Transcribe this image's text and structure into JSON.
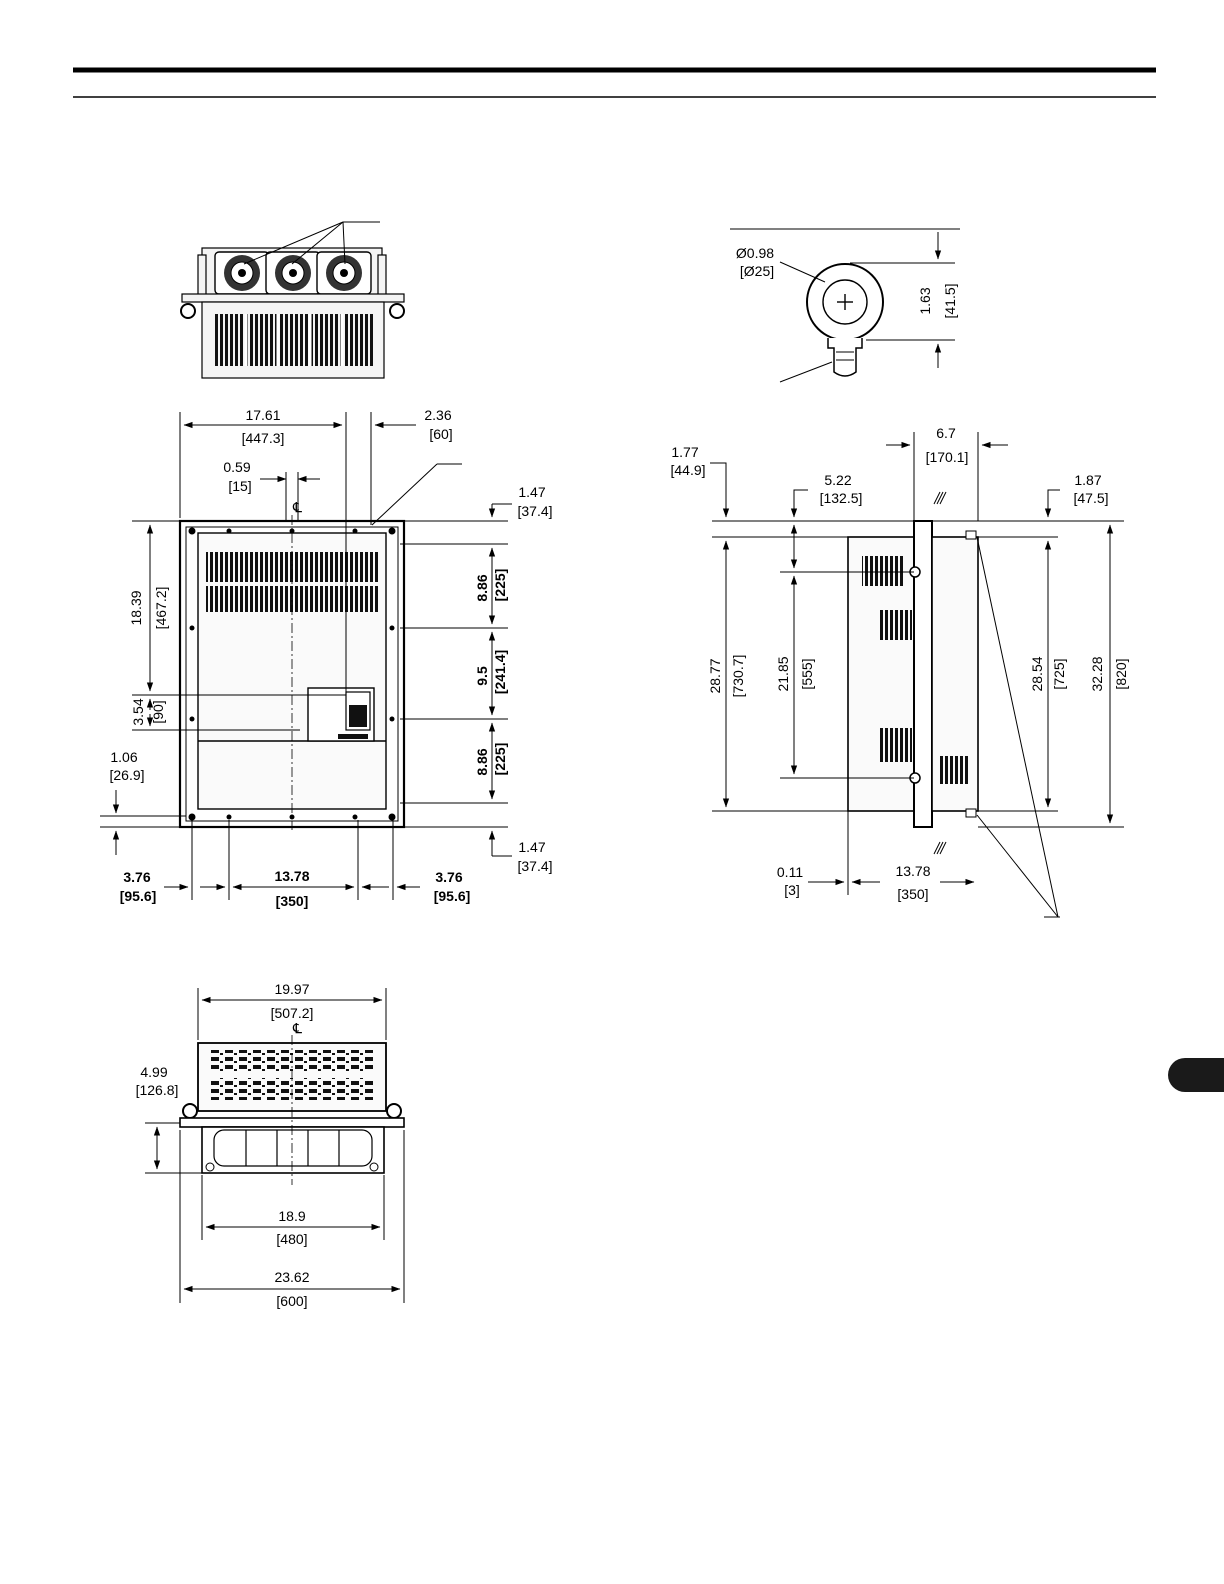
{
  "colors": {
    "ink": "#000000",
    "tab": "#1a1a1a",
    "paper": "#ffffff"
  },
  "labels": {
    "centerline": "℄",
    "top_view": {
      "w_overall": "19.97",
      "w_overall_mm": "[507.2]",
      "depth": "4.99",
      "depth_mm": "[126.8]",
      "w_mount": "18.9",
      "w_mount_mm": "[480]",
      "w_flange": "23.62",
      "w_flange_mm": "[600]"
    },
    "front_view": {
      "w_a": "17.61",
      "w_a_mm": "[447.3]",
      "w_b": "2.36",
      "w_b_mm": "[60]",
      "off_c": "0.59",
      "off_c_mm": "[15]",
      "top_gap": "1.47",
      "top_gap_mm": "[37.4]",
      "h_upper": "18.39",
      "h_upper_mm": "[467.2]",
      "h_seg1": "8.86",
      "h_seg1_mm": "[225]",
      "h_seg2": "9.5",
      "h_seg2_mm": "[241.4]",
      "h_seg3": "8.86",
      "h_seg3_mm": "[225]",
      "h_mid": "3.54",
      "h_mid_mm": "[90]",
      "h_low": "1.06",
      "h_low_mm": "[26.9]",
      "bot_gap": "1.47",
      "bot_gap_mm": "[37.4]",
      "left_w": "3.76",
      "left_w_mm": "[95.6]",
      "mid_w": "13.78",
      "mid_w_mm": "[350]",
      "right_w": "3.76",
      "right_w_mm": "[95.6]"
    },
    "eyebolt": {
      "dia": "Ø0.98",
      "dia_mm": "[Ø25]",
      "h": "1.63",
      "h_mm": "[41.5]"
    },
    "side_view": {
      "w_top": "6.7",
      "w_top_mm": "[170.1]",
      "off_a": "1.77",
      "off_a_mm": "[44.9]",
      "off_b": "5.22",
      "off_b_mm": "[132.5]",
      "off_c": "1.87",
      "off_c_mm": "[47.5]",
      "h_a": "28.77",
      "h_a_mm": "[730.7]",
      "h_b": "21.85",
      "h_b_mm": "[555]",
      "h_c": "28.54",
      "h_c_mm": "[725]",
      "h_d": "32.28",
      "h_d_mm": "[820]",
      "flange_t": "0.11",
      "flange_t_mm": "[3]",
      "depth": "13.78",
      "depth_mm": "[350]"
    }
  }
}
